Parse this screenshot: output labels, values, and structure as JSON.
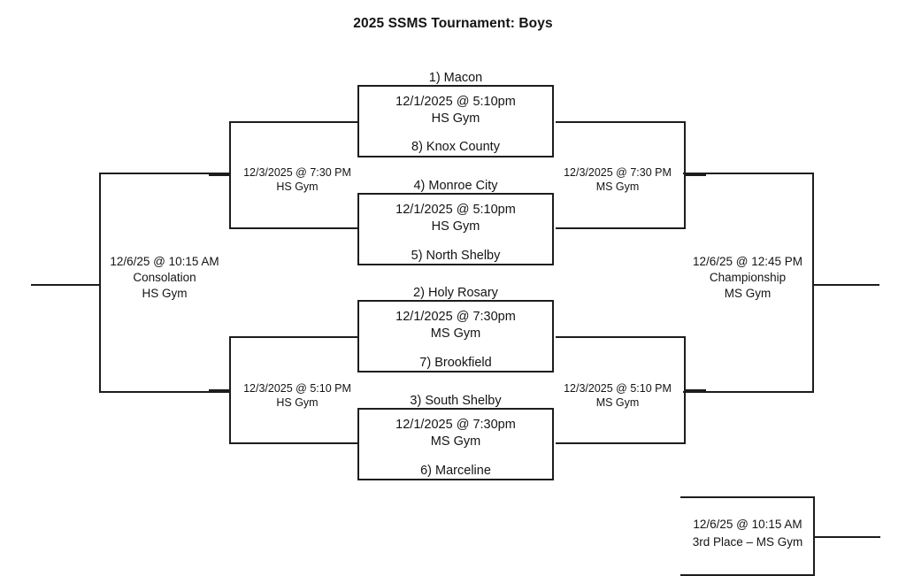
{
  "page": {
    "title": "2025 SSMS Tournament:  Boys"
  },
  "bracket": {
    "first_round": [
      {
        "top_team": "1) Macon",
        "bottom_team": "8) Knox County",
        "datetime": "12/1/2025 @ 5:10pm",
        "venue": "HS Gym"
      },
      {
        "top_team": "4) Monroe City",
        "bottom_team": "5) North Shelby",
        "datetime": "12/1/2025 @ 5:10pm",
        "venue": "HS Gym"
      },
      {
        "top_team": "2) Holy Rosary",
        "bottom_team": "7) Brookfield",
        "datetime": "12/1/2025 @ 7:30pm",
        "venue": "MS Gym"
      },
      {
        "top_team": "3) South Shelby",
        "bottom_team": "6) Marceline",
        "datetime": "12/1/2025 @ 7:30pm",
        "venue": "MS Gym"
      }
    ],
    "semifinals": [
      {
        "datetime": "12/3/2025 @ 7:30 PM",
        "venue": "HS Gym"
      },
      {
        "datetime": "12/3/2025 @ 7:30 PM",
        "venue": "MS Gym"
      },
      {
        "datetime": "12/3/2025 @ 5:10 PM",
        "venue": "HS Gym"
      },
      {
        "datetime": "12/3/2025 @ 5:10 PM",
        "venue": "MS Gym"
      }
    ],
    "consolation": {
      "datetime": "12/6/25 @ 10:15 AM",
      "name": "Consolation",
      "venue": "HS Gym"
    },
    "championship": {
      "datetime": "12/6/25 @ 12:45 PM",
      "name": "Championship",
      "venue": "MS Gym"
    },
    "third_place": {
      "datetime": "12/6/25 @ 10:15 AM",
      "name": "3rd Place – MS Gym"
    }
  },
  "colors": {
    "line": "#1d1d1d",
    "text": "#141414",
    "background": "#ffffff"
  }
}
